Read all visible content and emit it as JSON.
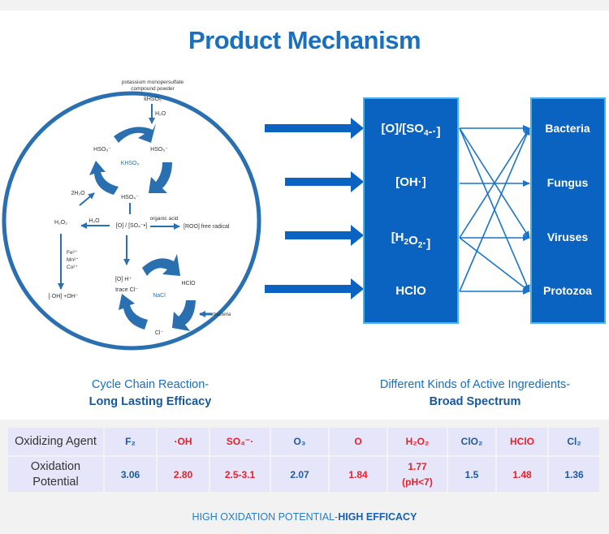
{
  "title": "Product Mechanism",
  "cycle_diagram": {
    "source_label_line1": "potassium monopersulfate",
    "source_label_line2": "compound powder",
    "khso5_top": "kHSO₅",
    "water_top": "H₂O",
    "hso5_left": "HSO₅⁻",
    "hso5_right": "HSO₅⁻",
    "center_khso5": "KHSO₅",
    "hso4": "HSO₄⁻",
    "two_water": "2H₂O",
    "h2o2": "H₂O₂",
    "water_mid": "H₂O",
    "radical": "[O] / [SO₄⁻•]",
    "organic_acid": "organic acid",
    "roo": "[ROO] free radical",
    "fe": "Fe²⁺",
    "mn": "Mn²⁺",
    "co": "Co²⁺",
    "oh_products": "[·OH] +OH⁻",
    "o_h": "[O]   H⁺",
    "trace_cl": "trace Cl⁻",
    "hclo": "HClO",
    "nacl": "NaCl",
    "bacteria": "bacteria",
    "cl_minus": "Cl⁻"
  },
  "ingredients": [
    {
      "label": "[O]/[SO",
      "sub": "4",
      "suffix": "-·]"
    },
    {
      "label": "[OH·]",
      "sub": "",
      "suffix": ""
    },
    {
      "label": "[H",
      "sub": "2",
      "mid": "O",
      "sub2": "2",
      "suffix": "·]"
    },
    {
      "label": "HClO",
      "sub": "",
      "suffix": ""
    }
  ],
  "targets": [
    "Bacteria",
    "Fungus",
    "Viruses",
    "Protozoa"
  ],
  "connections": [
    [
      0,
      0
    ],
    [
      0,
      2
    ],
    [
      0,
      3
    ],
    [
      1,
      1
    ],
    [
      2,
      0
    ],
    [
      2,
      2
    ],
    [
      2,
      3
    ],
    [
      3,
      0
    ],
    [
      3,
      3
    ]
  ],
  "colors": {
    "brand_blue": "#0b63c1",
    "box_border": "#45b4ee",
    "circle_blue": "#2a6fb0",
    "red": "#e8202a",
    "table_cell": "#e6e6fa"
  },
  "captions": {
    "left_line1": "Cycle Chain Reaction-",
    "left_line2": "Long Lasting Efficacy",
    "right_line1": "Different Kinds of Active Ingredients-",
    "right_line2": "Broad Spectrum"
  },
  "table": {
    "row1_label": "Oxidizing Agent",
    "row2_label_line1": "Oxidation",
    "row2_label_line2": "Potential",
    "columns": [
      {
        "agent": "F₂",
        "potential": "3.06",
        "color": "blue"
      },
      {
        "agent": "·OH",
        "potential": "2.80",
        "color": "red"
      },
      {
        "agent": "SO₄⁻·",
        "potential": "2.5-3.1",
        "color": "red"
      },
      {
        "agent": "O₃",
        "potential": "2.07",
        "color": "blue"
      },
      {
        "agent": "O",
        "potential": "1.84",
        "color": "red"
      },
      {
        "agent": "H₂O₂",
        "potential": "1.77",
        "potential_note": "(pH<7)",
        "color": "red"
      },
      {
        "agent": "ClO₂",
        "potential": "1.5",
        "color": "blue"
      },
      {
        "agent": "HClO",
        "potential": "1.48",
        "color": "red"
      },
      {
        "agent": "Cl₂",
        "potential": "1.36",
        "color": "blue"
      }
    ]
  },
  "footer": {
    "normal": "HIGH OXIDATION POTENTIAL-",
    "bold": "HIGH EFFICACY"
  }
}
